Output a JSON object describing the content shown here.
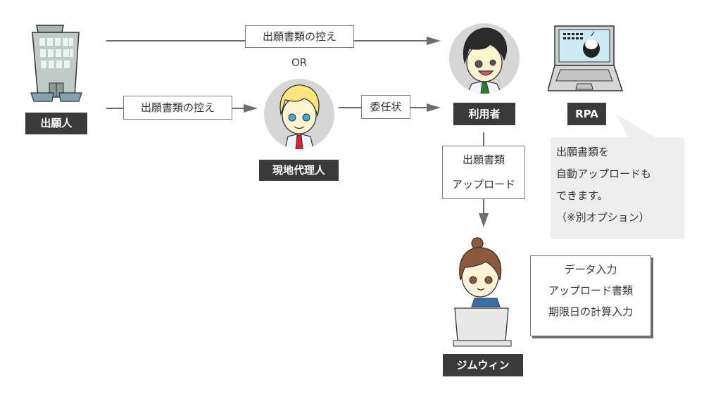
{
  "nodes": {
    "applicant": {
      "label": "出願人",
      "icon": "office-building-icon"
    },
    "local_agent": {
      "label": "現地代理人",
      "icon": "blond-man-avatar-icon"
    },
    "user": {
      "label": "利用者",
      "icon": "dark-haired-man-avatar-icon"
    },
    "rpa": {
      "label": "RPA",
      "icon": "laptop-robot-icon"
    },
    "jimwin": {
      "label": "ジムウィン",
      "icon": "woman-at-laptop-icon"
    }
  },
  "edges": {
    "top_copy": "出願書類の控え",
    "or": "OR",
    "lower_copy": "出願書類の控え",
    "power_of_attorney": "委任状",
    "upload": [
      "出願書類",
      "アップロード"
    ]
  },
  "rpa_bubble": {
    "lines": [
      "出願書類を",
      "自動アップロードも",
      "できます。",
      "（※別オプション）"
    ]
  },
  "jimwin_tasks": {
    "lines": [
      "データ入力",
      "アップロード書類",
      "期限日の計算入力"
    ]
  },
  "colors": {
    "line": "#6b6e70",
    "label_bg": "#3a3a3a",
    "avatar_bg": "#d6d6d6",
    "bubble_bg": "#eeeeee"
  }
}
